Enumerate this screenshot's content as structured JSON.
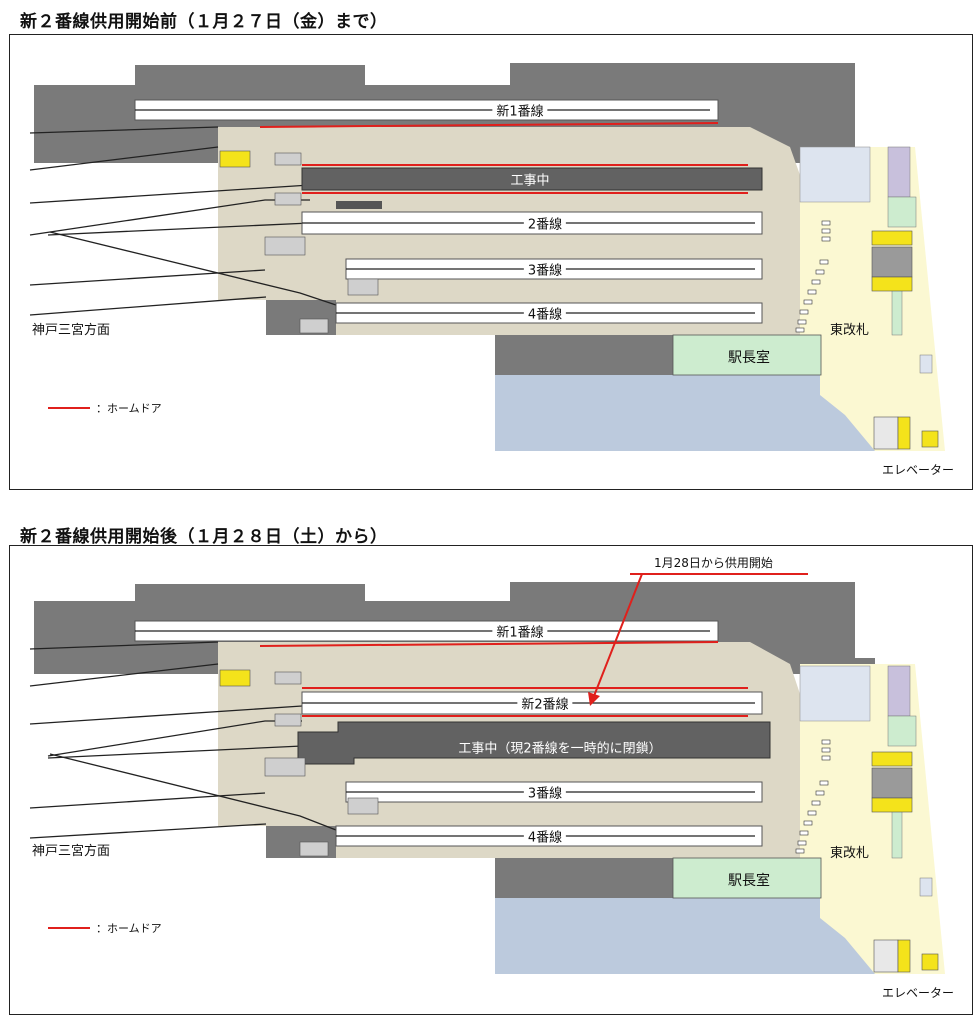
{
  "panels": [
    {
      "heading": "新２番線供用開始前（１月２７日（金）まで）",
      "tracks": {
        "new1": "新1番線",
        "construction": "工事中",
        "line2": "2番線",
        "line3": "3番線",
        "line4": "4番線"
      },
      "direction": "神戸三宮方面",
      "east_gate": "東改札",
      "station_master": "駅長室",
      "elevator": "エレベーター",
      "legend": "：ホームドア"
    },
    {
      "heading": "新２番線供用開始後（１月２８日（土）から）",
      "tracks": {
        "new1": "新1番線",
        "new2": "新2番線",
        "construction": "工事中（現2番線を一時的に閉鎖）",
        "line3": "3番線",
        "line4": "4番線"
      },
      "callout": "1月28日から供用開始",
      "direction": "神戸三宮方面",
      "east_gate": "東改札",
      "station_master": "駅長室",
      "elevator": "エレベーター",
      "legend": "：ホームドア"
    }
  ],
  "colors": {
    "building": "#7a7a7a",
    "platform": "#ddd8c6",
    "concourse": "#fbf8d2",
    "office": "#cdeccf",
    "lower_area": "#bccadd",
    "platform_door": "#e0201c",
    "escalator": "#f4e31b"
  }
}
